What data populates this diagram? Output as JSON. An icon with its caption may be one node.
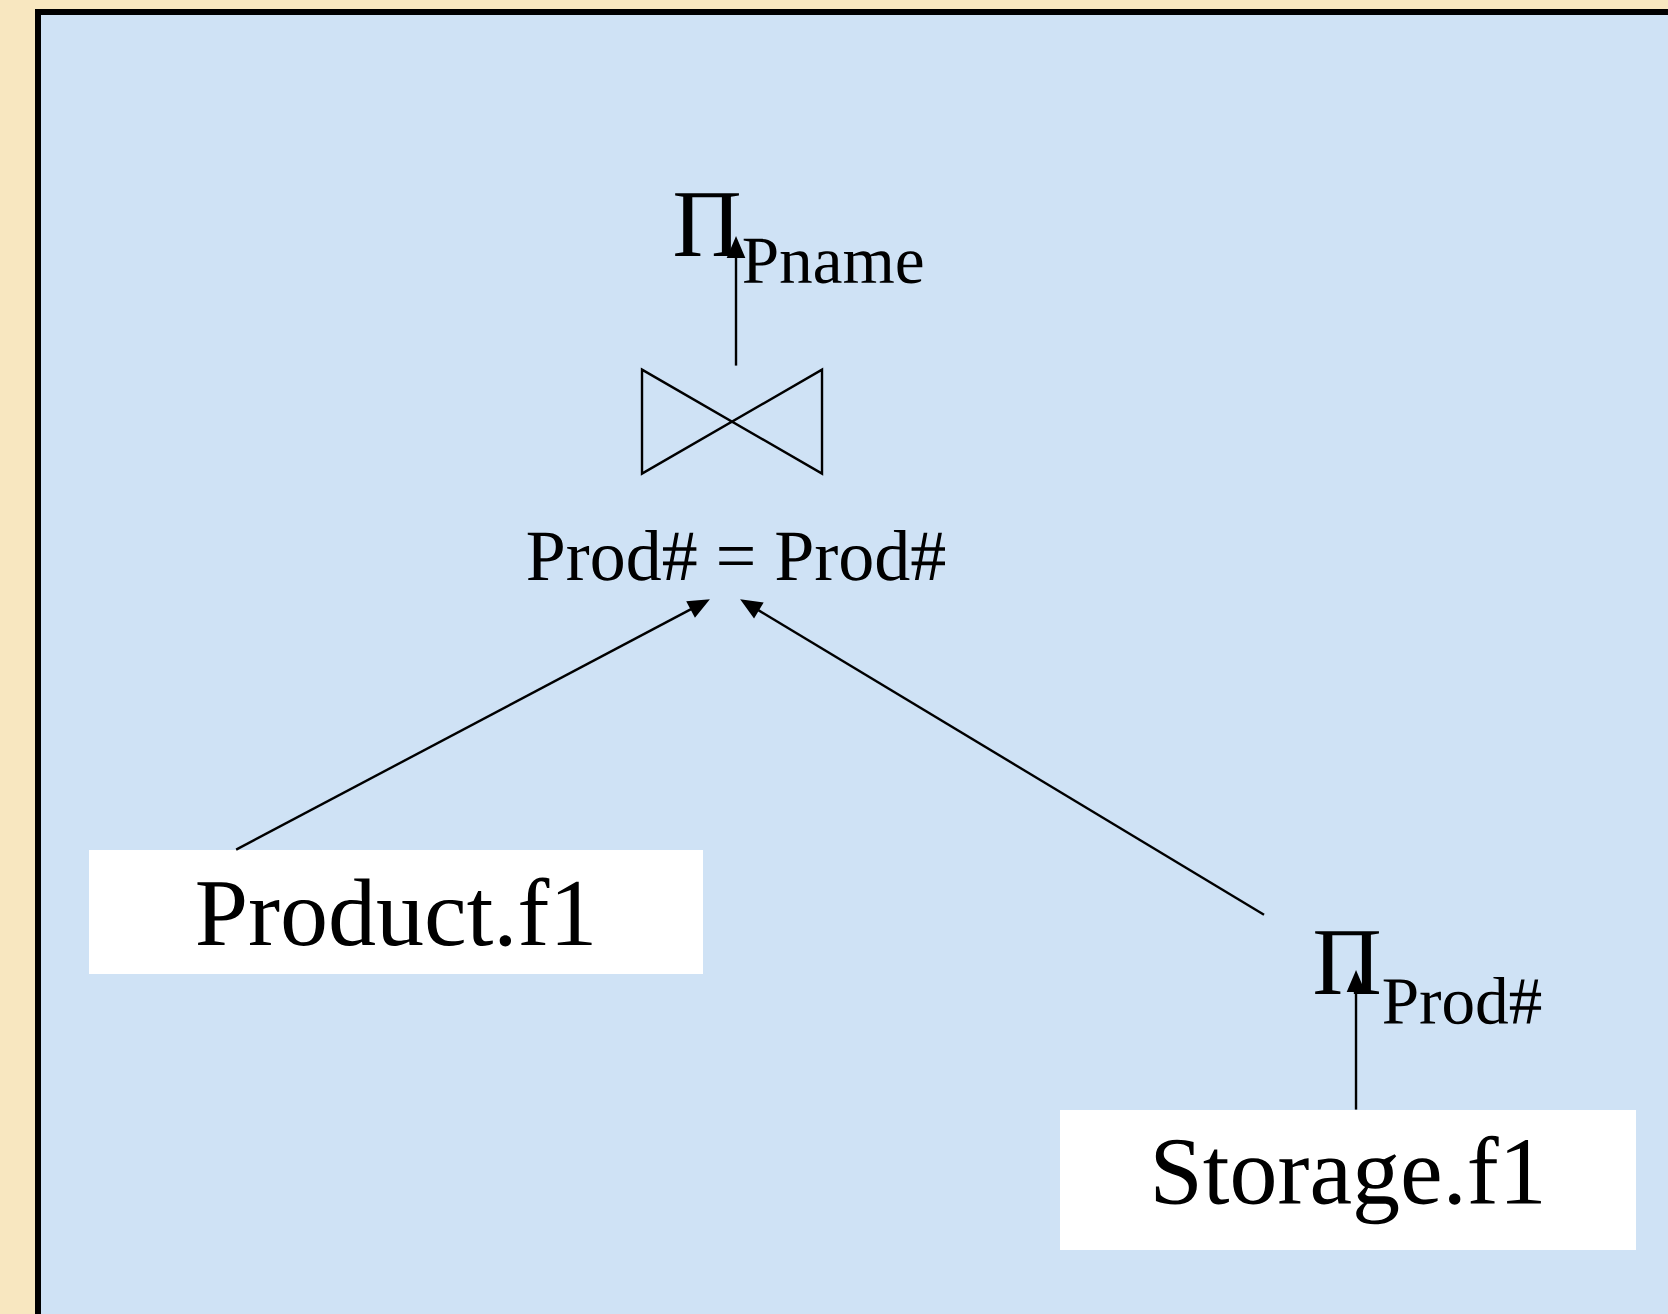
{
  "diagram": {
    "nodes": [
      {
        "text": [
          "Π$_{Pname}$"
        ]
      },
      {
        "text": [
          "Prod# = Prod#"
        ]
      },
      {
        "text": [
          "Product.f1"
        ]
      },
      {
        "text": [
          "Π$_{Prod#}$"
        ]
      },
      {
        "text": [
          "Storage.f1"
        ]
      }
    ],
    "edges": [
      {
        "from": 1,
        "to": 0,
        "arrow": "to"
      },
      {
        "from": 2,
        "to": 1,
        "arrow": "to"
      },
      {
        "from": 3,
        "to": 1,
        "arrow": "to"
      },
      {
        "from": 4,
        "to": 3,
        "arrow": "to"
      }
    ]
  }
}
